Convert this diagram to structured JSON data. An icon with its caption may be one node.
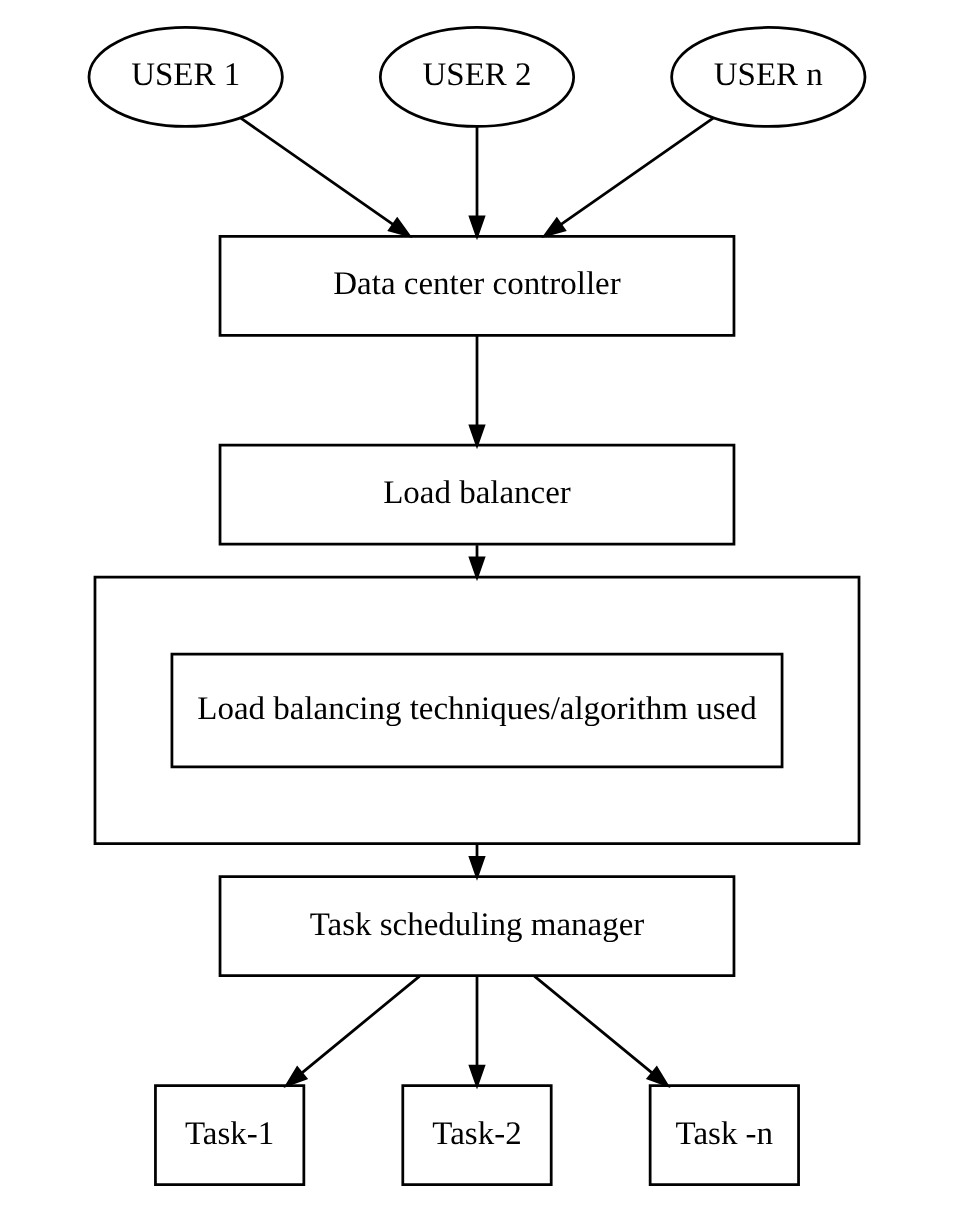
{
  "diagram": {
    "nodes": [
      {
        "text": [
          "USER 1"
        ]
      },
      {
        "text": [
          "USER 2"
        ]
      },
      {
        "text": [
          "USER n"
        ]
      },
      {
        "text": [
          "Data center controller"
        ]
      },
      {
        "text": [
          "Load balancer"
        ]
      },
      {
        "text": [],
        "shape": "box"
      },
      {
        "text": [
          "Load balancing techniques/algorithm used"
        ],
        "in": 5
      },
      {
        "text": [
          "Task scheduling manager"
        ]
      },
      {
        "text": [
          "Task-1"
        ]
      },
      {
        "text": [
          "Task-2"
        ]
      },
      {
        "text": [
          "Task -n"
        ]
      }
    ],
    "edges": [
      {
        "from": 0,
        "to": 3,
        "arrow": "to"
      },
      {
        "from": 1,
        "to": 3,
        "arrow": "to"
      },
      {
        "from": 2,
        "to": 3,
        "arrow": "to"
      },
      {
        "from": 3,
        "to": 4,
        "arrow": "to"
      },
      {
        "from": 4,
        "to": 5,
        "arrow": "to"
      },
      {
        "from": 5,
        "to": 7,
        "arrow": "to"
      },
      {
        "from": 7,
        "to": 8,
        "arrow": "to"
      },
      {
        "from": 7,
        "to": 9,
        "arrow": "to"
      },
      {
        "from": 7,
        "to": 10,
        "arrow": "to"
      }
    ]
  }
}
